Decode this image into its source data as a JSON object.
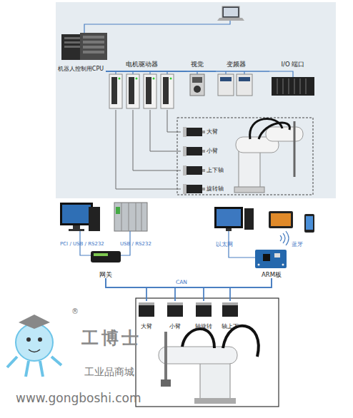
{
  "diagram": {
    "nodes": [
      {
        "text": [
          "机器人控制用CPU"
        ]
      },
      {
        "text": [
          "电机驱动器"
        ]
      },
      {
        "text": [
          "视觉"
        ]
      },
      {
        "text": [
          "变频器"
        ]
      },
      {
        "text": [
          "I/O 端口"
        ]
      },
      {
        "text": [
          "大臂"
        ]
      },
      {
        "text": [
          "小臂"
        ]
      },
      {
        "text": [
          "上下轴"
        ]
      },
      {
        "text": [
          "旋转轴"
        ]
      },
      {
        "text": [
          "网关"
        ]
      },
      {
        "text": [
          "ARM板"
        ]
      },
      {
        "text": [
          "大臂"
        ]
      },
      {
        "text": [
          "小臂"
        ]
      },
      {
        "text": [
          "轴旋转"
        ]
      },
      {
        "text": [
          "轴上下"
        ]
      }
    ],
    "edges": [
      {
        "from": 0,
        "to": 1,
        "arrow": "none"
      },
      {
        "from": 0,
        "to": 2,
        "arrow": "none"
      },
      {
        "from": 0,
        "to": 3,
        "arrow": "none"
      },
      {
        "from": 0,
        "to": 4,
        "arrow": "none"
      },
      {
        "from": 1,
        "to": 5,
        "arrow": "none"
      },
      {
        "from": 1,
        "to": 6,
        "arrow": "none"
      },
      {
        "from": 1,
        "to": 7,
        "arrow": "none"
      },
      {
        "from": 1,
        "to": 8,
        "arrow": "none"
      },
      {
        "from": 9,
        "to": 11,
        "arrow": "none"
      },
      {
        "from": 9,
        "to": 12,
        "arrow": "none"
      },
      {
        "from": 9,
        "to": 13,
        "label": "CAN",
        "arrow": "none"
      },
      {
        "from": 9,
        "to": 14,
        "arrow": "none"
      },
      {
        "from": 10,
        "to": 11,
        "arrow": "none"
      },
      {
        "from": 10,
        "to": 12,
        "arrow": "none"
      },
      {
        "from": 10,
        "to": 13,
        "arrow": "none"
      },
      {
        "from": 10,
        "to": 14,
        "arrow": "none"
      }
    ],
    "labels": [
      "PCI / USB / RS232",
      "USB / RS232",
      "以太网",
      "蓝牙",
      "®",
      "工博士",
      "工业品商城",
      "www.gongboshi.com"
    ]
  }
}
